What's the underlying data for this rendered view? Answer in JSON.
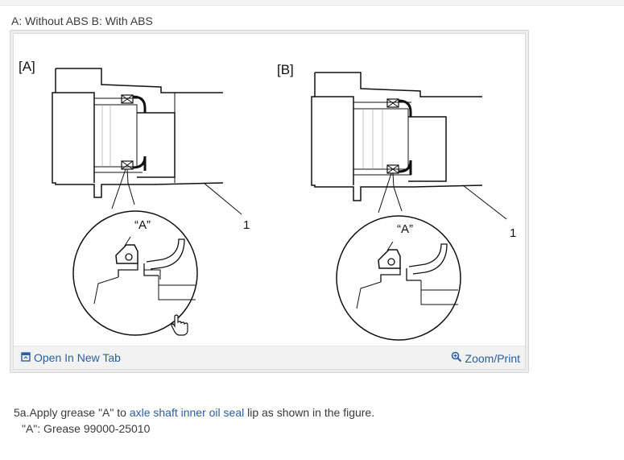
{
  "caption": "A: Without ABS B: With ABS",
  "figure": {
    "label_a": "[A]",
    "label_b": "[B]",
    "callout_a": "“A”",
    "callout_b": "“A”",
    "part_number_a": "1",
    "part_number_b": "1",
    "open_new_tab_label": "Open In New Tab",
    "zoom_print_label": "Zoom/Print"
  },
  "instructions": {
    "step_prefix": "5a.Apply grease \"A\" to ",
    "link_text": "axle shaft inner oil seal",
    "step_suffix": " lip as shown in the figure.",
    "grease_line": "\"A\": Grease 99000-25010"
  },
  "colors": {
    "link": "#2a5f9e",
    "text": "#3a3a3a",
    "drawing": "#111111"
  },
  "icons": {
    "open_tab": "open-in-new-tab-icon",
    "zoom": "zoom-icon",
    "cursor": "hand-pointer-cursor-icon"
  }
}
